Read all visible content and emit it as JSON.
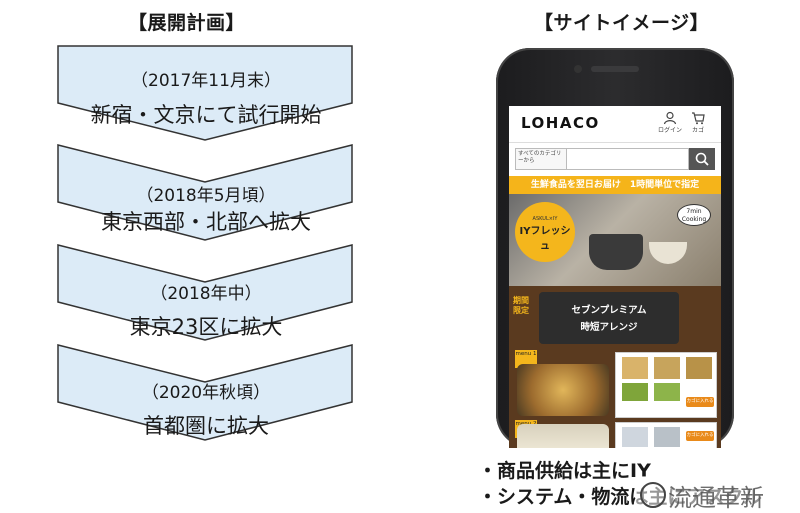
{
  "plan": {
    "heading": "【展開計画】",
    "steps": [
      {
        "period": "（2017年11月末）",
        "text": "新宿・文京にて試行開始"
      },
      {
        "period": "（2018年5月頃）",
        "text": "東京西部・北部へ拡大"
      },
      {
        "period": "（2018年中）",
        "text": "東京23区に拡大"
      },
      {
        "period": "（2020年秋頃）",
        "text": "首都圏に拡大"
      }
    ],
    "fill_color": "#dcebf7",
    "stroke_color": "#333333"
  },
  "site": {
    "heading": "【サイトイメージ】",
    "app": {
      "logo": "LOHACO",
      "login_label": "ログイン",
      "cart_label": "カゴ",
      "category_select": "すべてのカテゴリーから",
      "promo_banner": "生鮮食品を翌日お届け　1時間単位で指定",
      "hero_small": "ASKUL×IY",
      "hero_title": "IYフレッシュ",
      "hero_bubble": "7min Cooking",
      "feature_badge": "期間限定",
      "feature_title_1": "セブンプレミアム",
      "feature_title_2": "時短アレンジ",
      "menu_1": "menu 1",
      "menu_2": "menu 2",
      "add_to_cart": "カゴに入れる",
      "accent_color": "#f5b41a"
    }
  },
  "notes": [
    "・商品供給は主にIY",
    "・システム・物流は主にアスクル"
  ],
  "watermark": "流通革新"
}
